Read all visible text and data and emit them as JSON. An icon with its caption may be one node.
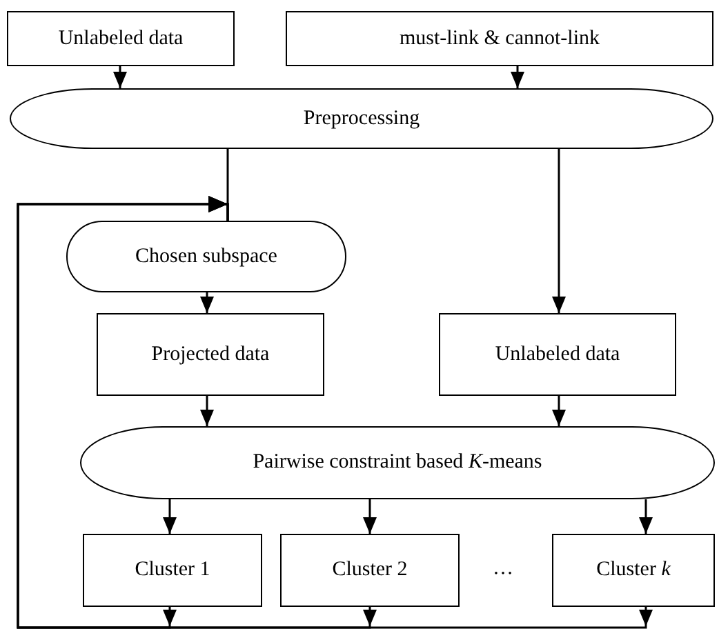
{
  "diagram": {
    "nodes": [
      {
        "text": [
          "Unlabeled data"
        ]
      },
      {
        "text": [
          "must-link & cannot-link"
        ]
      },
      {
        "text": [
          "Preprocessing"
        ]
      },
      {
        "text": [
          "Chosen subspace"
        ]
      },
      {
        "text": [
          "Projected data"
        ]
      },
      {
        "text": [
          "Unlabeled data"
        ]
      },
      {
        "text": [
          "Pairwise constraint based *K*-means"
        ]
      },
      {
        "text": [
          "Cluster 1"
        ]
      },
      {
        "text": [
          "Cluster 2"
        ]
      },
      {
        "text": [
          "Cluster *k*"
        ]
      }
    ],
    "edges": [
      {
        "from": 0,
        "to": 2,
        "arrow": "to"
      },
      {
        "from": 1,
        "to": 2,
        "arrow": "to"
      },
      {
        "from": 2,
        "to": 3,
        "arrow": "none"
      },
      {
        "from": 2,
        "to": 5,
        "arrow": "to"
      },
      {
        "from": 3,
        "to": 4,
        "arrow": "to"
      },
      {
        "from": 4,
        "to": 6,
        "arrow": "to"
      },
      {
        "from": 5,
        "to": 6,
        "arrow": "to"
      },
      {
        "from": 6,
        "to": 7,
        "arrow": "to"
      },
      {
        "from": 6,
        "to": 8,
        "arrow": "to"
      },
      {
        "from": 6,
        "to": 9,
        "arrow": "to"
      },
      {
        "from": 7,
        "to": 3,
        "arrow": "to"
      },
      {
        "from": 8,
        "to": 3,
        "arrow": "to"
      },
      {
        "from": 9,
        "to": 3,
        "arrow": "to"
      }
    ],
    "labels": [
      "…"
    ]
  }
}
